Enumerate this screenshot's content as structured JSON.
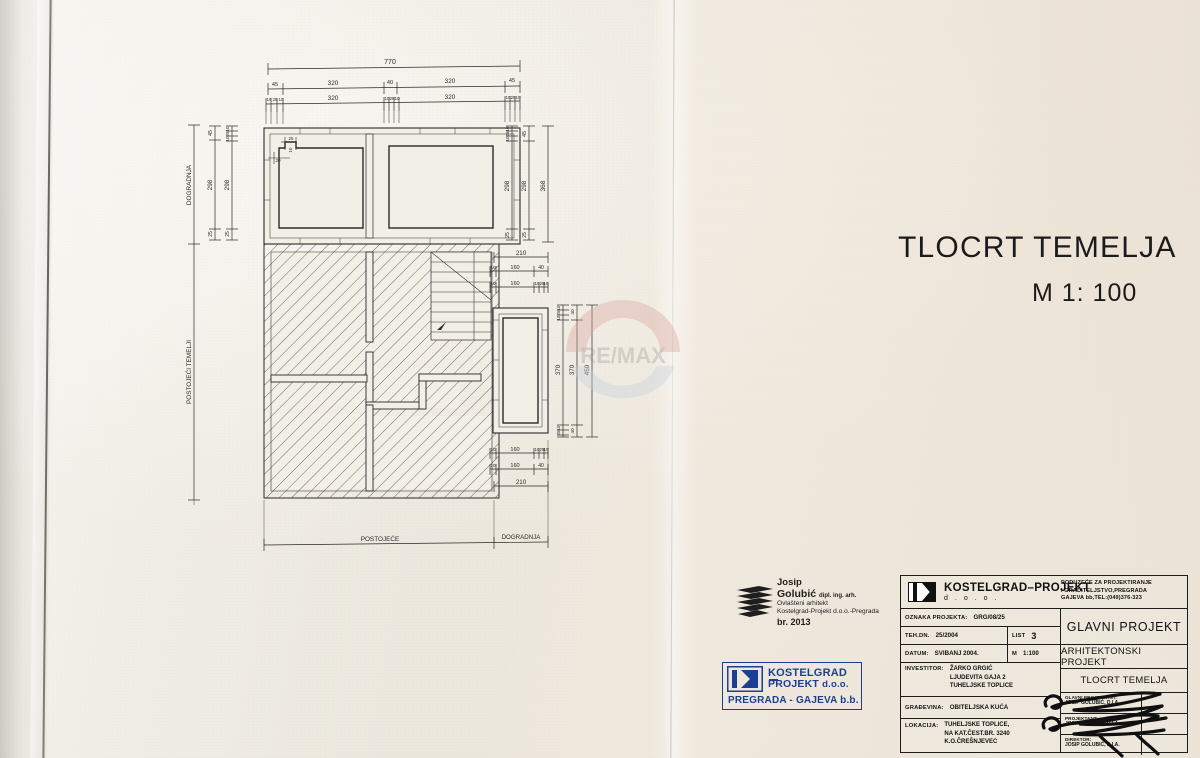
{
  "sheet": {
    "title": "TLOCRT TEMELJA",
    "scale_label": "M  1: 100",
    "watermark": "RE/MAX"
  },
  "plan": {
    "labels": {
      "left_vertical_new": "DOGRADNJA",
      "left_vertical_existing": "POSTOJEĆI TEMELJI",
      "bottom_existing": "POSTOJEĆE",
      "bottom_new": "DOGRADNJA"
    },
    "dimensions": {
      "top_overall": "770",
      "top_chain_1": [
        "45",
        "320",
        "40",
        "320",
        "45"
      ],
      "top_chain_2": [
        "320",
        "320"
      ],
      "top_small": [
        "10",
        "25",
        "10",
        "10",
        "25",
        "10",
        "10",
        "25",
        "10"
      ],
      "left_chain": [
        "45",
        "298",
        "25"
      ],
      "left_chain_2": [
        "10",
        "25",
        "10",
        "298",
        "25"
      ],
      "right_chain_1": [
        "10",
        "25",
        "10",
        "298",
        "25"
      ],
      "right_chain_2": [
        "45",
        "298",
        "25"
      ],
      "right_overall_top": "368",
      "right_mid_overall": "210",
      "right_mid_chain_1": [
        "10",
        "160",
        "40"
      ],
      "right_mid_chain_2": [
        "10",
        "160",
        "10",
        "10"
      ],
      "right_lower": [
        "370",
        "370",
        "450"
      ],
      "right_lower_small": [
        "10",
        "25",
        "10",
        "40"
      ],
      "bottom_mid_chain_1": [
        "10",
        "160",
        "10",
        "10"
      ],
      "bottom_mid_chain_2": [
        "10",
        "160",
        "40"
      ],
      "bottom_overall": "210",
      "corner_small": [
        "25",
        "10",
        "20"
      ]
    }
  },
  "architect_stamp": {
    "name_first": "Josip",
    "name_last": "Golubić",
    "degree": "dipl. ing. arh.",
    "role": "Ovlašteni arhitekt",
    "firm": "Kostelgrad-Projekt d.o.o.-Pregrada",
    "number": "br. 2013"
  },
  "blue_stamp": {
    "line1": "KOSTELGRAD",
    "line2": "PROJEKT",
    "line2_suffix": "d.o.o.",
    "line3": "PREGRADA - GAJEVA b.b."
  },
  "title_block": {
    "brand": "KOSTELGRAD–PROJEKT",
    "brand_sub": "d.o.o.",
    "company_lines": [
      "PODUZEĆE ZA PROJEKTIRANJE",
      "I GRADITELJSTVO,PREGRADA",
      "GAJEVA bb,TEL:(049)376-323"
    ],
    "rows": {
      "oznaka_label": "OZNAKA PROJEKTA:",
      "oznaka_value": "GRG/08/25",
      "tehdn_label": "TEH.DN.",
      "tehdn_value": "25/2004",
      "list_label": "LIST",
      "list_value": "3",
      "datum_label": "DATUM:",
      "datum_value": "SVIBANJ 2004.",
      "mjerilo_label": "M",
      "mjerilo_value": "1:100",
      "investitor_label": "INVESTITOR:",
      "investitor_lines": [
        "ŽARKO GRGIĆ",
        "LJUDEVITA GAJA 2",
        "TUHELJSKE TOPLICE"
      ],
      "gradevina_label": "GRAĐEVINA:",
      "gradevina_value": "OBITELJSKA KUĆA",
      "lokacija_label": "LOKACIJA:",
      "lokacija_lines": [
        "TUHELJSKE TOPLICE,",
        "NA KAT.ČEST.BR. 3240",
        "K.O.ČREŠNJEVEC"
      ]
    },
    "right": {
      "main": "GLAVNI PROJEKT",
      "sub": "ARHITEKTONSKI PROJEKT",
      "drawing": "TLOCRT TEMELJA",
      "signatures": [
        {
          "role": "GLAVNI PROJEKTANT:",
          "name": "JOSIP GOLUBIĆ, D.I.A."
        },
        {
          "role": "PROJEKTANT:",
          "name": "JOSIP GOLUBIĆ, D.I.A."
        },
        {
          "role": "DIREKTOR:",
          "name": "JOSIP GOLUBIĆ, D.I.A."
        }
      ]
    }
  },
  "colors": {
    "paper": "#f2efe7",
    "ink": "#1d1d1d",
    "stamp_blue": "#1c3f93",
    "watermark_red": "#d8a9a2",
    "watermark_blue": "#b9c6d6"
  }
}
